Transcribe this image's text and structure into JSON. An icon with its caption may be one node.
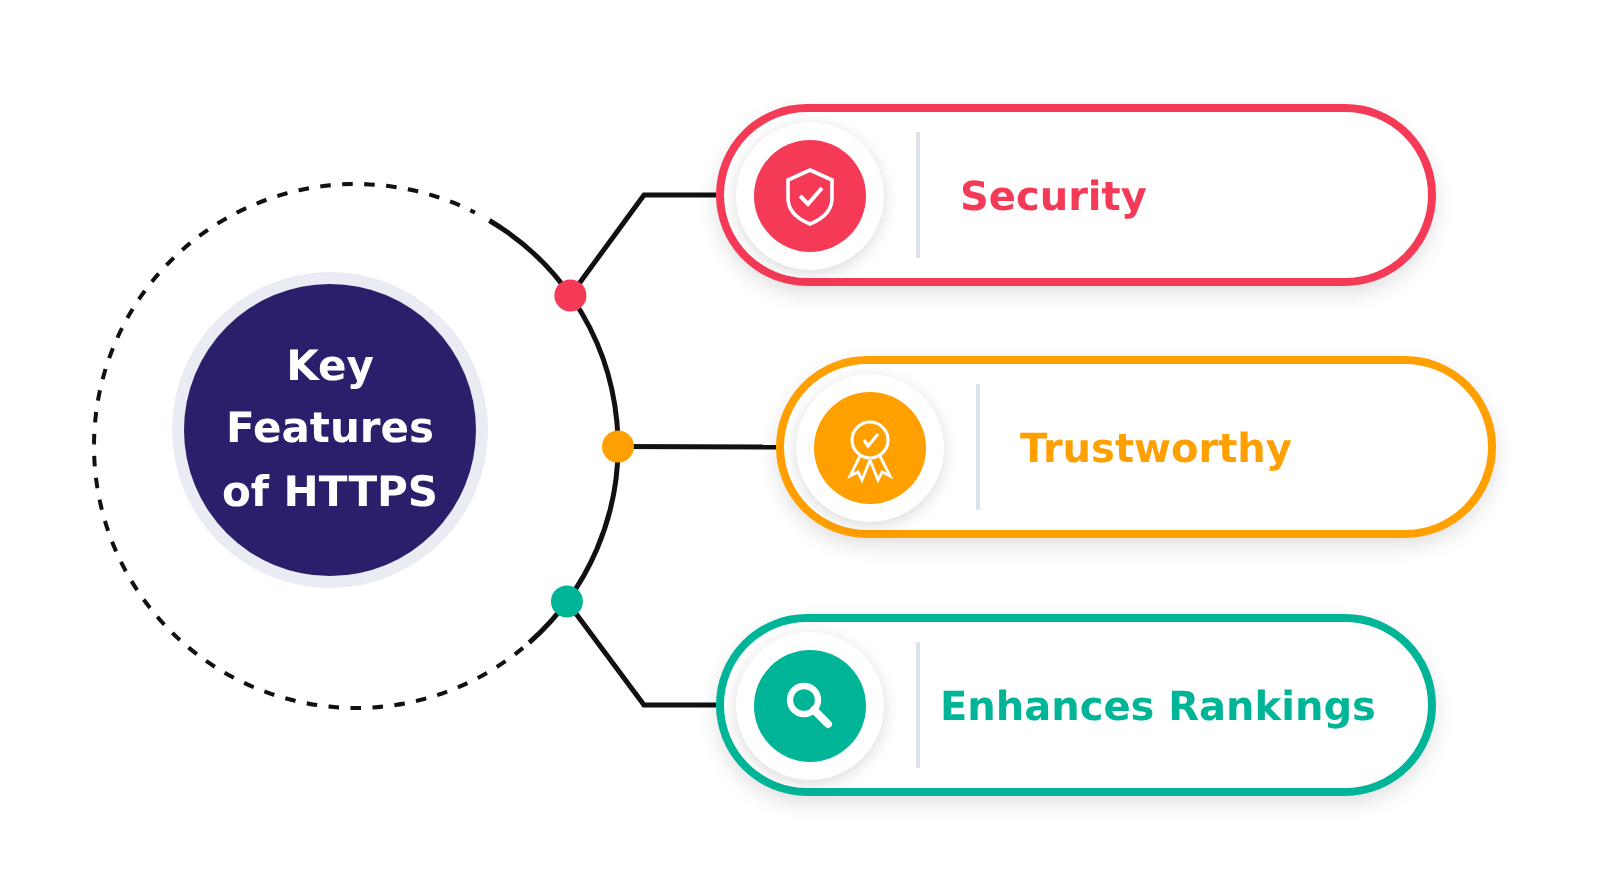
{
  "diagram": {
    "nodes": [
      {
        "text": [
          "Key Features of HTTPS"
        ]
      },
      {
        "text": [
          "Security"
        ]
      },
      {
        "text": [
          "Trustworthy"
        ]
      },
      {
        "text": [
          "Enhances Rankings"
        ]
      }
    ],
    "edges": [
      {
        "from": 0,
        "to": 1,
        "arrow": "none"
      },
      {
        "from": 0,
        "to": 2,
        "arrow": "none"
      },
      {
        "from": 0,
        "to": 3,
        "arrow": "none"
      }
    ]
  }
}
